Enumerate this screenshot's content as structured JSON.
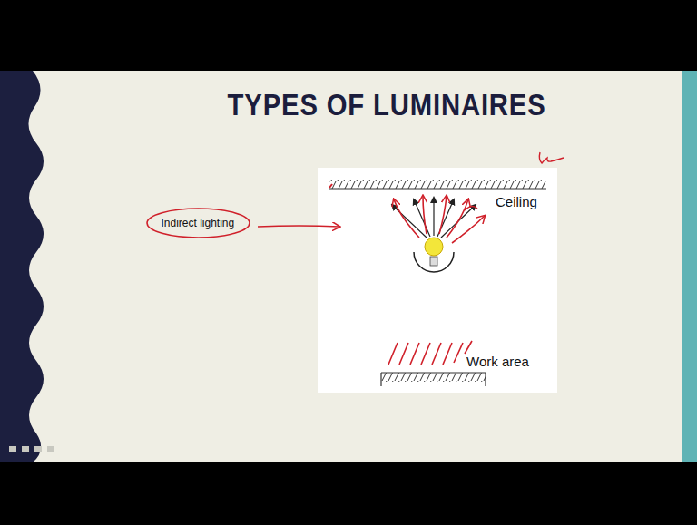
{
  "diagram": {
    "title": "TYPES OF LUMINAIRES",
    "nodes": [
      {
        "text": [
          "Indirect lighting"
        ]
      }
    ],
    "labels": [
      "Ceiling",
      "Work area"
    ]
  }
}
